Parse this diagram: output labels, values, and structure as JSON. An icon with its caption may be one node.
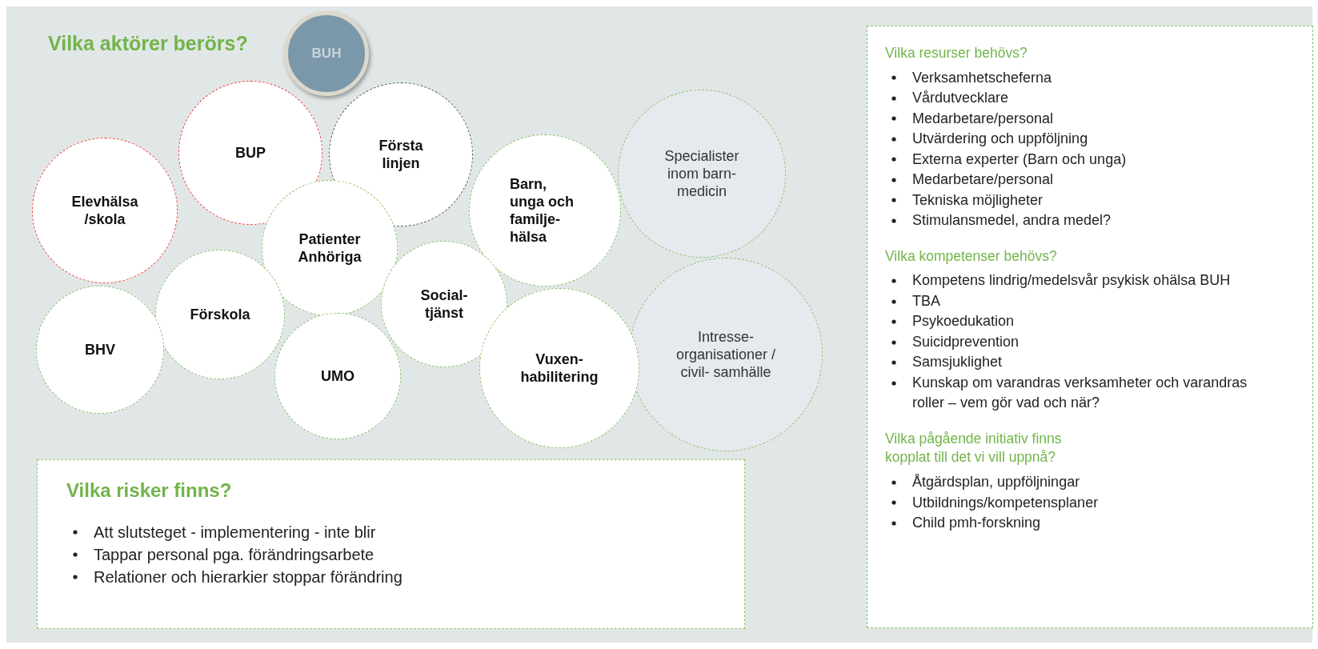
{
  "diagram": {
    "title": "Vilka aktörer berörs?",
    "nodes": [
      {
        "text": [
          "BUH"
        ]
      },
      {
        "text": [
          "BUP"
        ]
      },
      {
        "text": [
          "Första linjen"
        ]
      },
      {
        "text": [
          "Specialister inom barn- medicin"
        ]
      },
      {
        "text": [
          "Elevhälsa /skola"
        ]
      },
      {
        "text": [
          "Barn, unga och familje- hälsa"
        ]
      },
      {
        "text": [
          "Patienter Anhöriga"
        ]
      },
      {
        "text": [
          "Social- tjänst"
        ]
      },
      {
        "text": [
          "Förskola"
        ]
      },
      {
        "text": [
          "BHV"
        ]
      },
      {
        "text": [
          "Intresse- organisationer / civil- samhälle"
        ]
      },
      {
        "text": [
          "UMO"
        ]
      },
      {
        "text": [
          "Vuxen- habilitering"
        ]
      },
      {
        "text": [
          "Vilka risker finns?",
          "Att slutsteget - implementering - inte blir",
          "Tappar personal pga. förändringsarbete",
          "Relationer och hierarkier stoppar förändring"
        ]
      },
      {
        "text": [
          "Vilka resurser behövs?",
          "Verksamhetscheferna",
          "Vårdutvecklare",
          "Medarbetare/personal",
          "Utvärdering och uppföljning",
          "Externa experter (Barn och unga)",
          "Medarbetare/personal",
          "Tekniska möjligheter",
          "Stimulansmedel, andra medel?",
          "Vilka kompetenser behövs?",
          "Kompetens lindrig/medelsvår psykisk ohälsa BUH",
          "TBA",
          "Psykoedukation",
          "Suicidprevention",
          "Samsjuklighet",
          "Kunskap om varandras verksamheter och varandras roller – vem gör vad och när?",
          "Vilka pågående initiativ finns kopplat till det vi vill uppnå?",
          "Åtgärdsplan, uppföljningar",
          "Utbildnings/kompetensplaner",
          "Child pmh-forskning"
        ]
      }
    ]
  }
}
